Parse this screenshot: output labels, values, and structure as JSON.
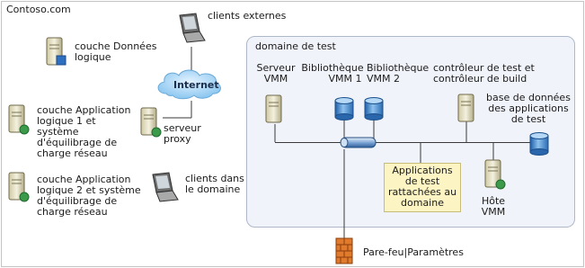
{
  "diagram": {
    "title": "Contoso.com",
    "internet_label": "Internet",
    "domain_box_label": "domaine de test",
    "left_nodes": {
      "data_layer": [
        "couche Données",
        "logique"
      ],
      "app_layer_1": [
        "couche Application",
        "logique 1 et",
        "système",
        "d'équilibrage de",
        "charge réseau"
      ],
      "app_layer_2": [
        "couche Application",
        "logique 2 et système",
        "d'équilibrage de",
        "charge réseau"
      ]
    },
    "center_nodes": {
      "external_clients": "clients externes",
      "proxy_server": [
        "serveur",
        "proxy"
      ],
      "domain_clients": [
        "clients dans",
        "le domaine"
      ]
    },
    "domain_nodes": {
      "vmm_server": [
        "Serveur",
        "VMM"
      ],
      "vmm_library_1": [
        "Bibliothèque",
        "VMM 1"
      ],
      "vmm_library_2": [
        "Bibliothèque",
        "VMM 2"
      ],
      "controllers": [
        "contrôleur de test et",
        "contrôleur de build"
      ],
      "test_database": [
        "base de données",
        "des applications",
        "de test"
      ],
      "vmm_host": [
        "Hôte",
        "VMM"
      ],
      "attached_apps": [
        "Applications",
        "de test",
        "rattachées au",
        "domaine"
      ]
    },
    "firewall_label": "Pare-feu|Paramètres"
  }
}
